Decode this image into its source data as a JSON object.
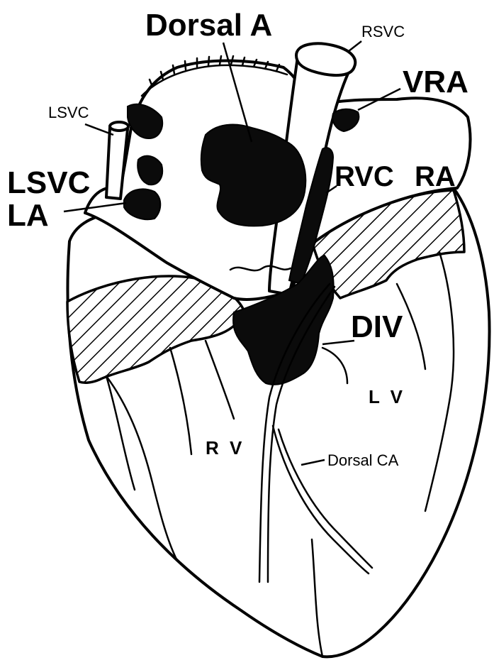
{
  "labels": {
    "dorsal_a": "Dorsal A",
    "rsvc": "RSVC",
    "vra": "VRA",
    "lsvc_small": "LSVC",
    "lsvc_big": "LSVC",
    "la": "LA",
    "rvc": "RVC",
    "ra": "RA",
    "div": "DIV",
    "lv": "L V",
    "rv": "R V",
    "dorsal_ca": "Dorsal CA"
  }
}
